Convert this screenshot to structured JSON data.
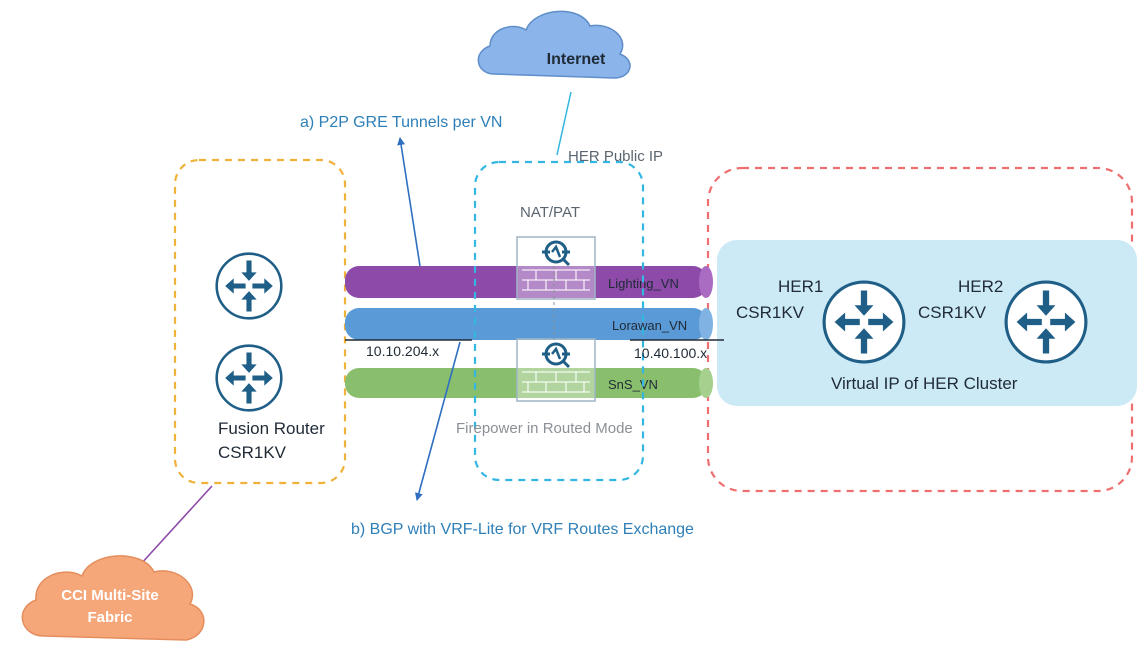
{
  "clouds": {
    "internet": "Internet",
    "cci_line1": "CCI Multi-Site",
    "cci_line2": "Fabric"
  },
  "annotations": {
    "gre_tunnels": "a) P2P GRE Tunnels per VN",
    "bgp_vrf": "b) BGP with VRF-Lite for VRF Routes Exchange",
    "her_public_ip": "HER Public IP",
    "nat_pat": "NAT/PAT",
    "firepower_mode": "Firepower in Routed Mode",
    "left_subnet": "10.10.204.x",
    "right_subnet": "10.40.100.x"
  },
  "tunnels": [
    {
      "label": "Lighting_VN",
      "color": "#8d4aa9"
    },
    {
      "label": "Lorawan_VN",
      "color": "#5a9ad6"
    },
    {
      "label": "SnS_VN",
      "color": "#89bf6c"
    }
  ],
  "fusion_router": {
    "line1": "Fusion Router",
    "line2": "CSR1KV"
  },
  "her_cluster": {
    "her1_name": "HER1",
    "her1_model": "CSR1KV",
    "her2_name": "HER2",
    "her2_model": "CSR1KV",
    "virtual_ip": "Virtual IP of HER Cluster"
  },
  "colors": {
    "router_fill": "#1f5e86",
    "orange_dash": "#f0b23a",
    "cyan_dash": "#34b6e2",
    "red_dash": "#ee6f6f",
    "her_bg": "#cce9f6",
    "arrow_blue": "#2f6fc0",
    "cloud_internet": "#8ab4ea",
    "cloud_cci": "#f5a77a"
  },
  "icons": [
    "router-icon",
    "firewall-icon",
    "cloud-icon"
  ]
}
